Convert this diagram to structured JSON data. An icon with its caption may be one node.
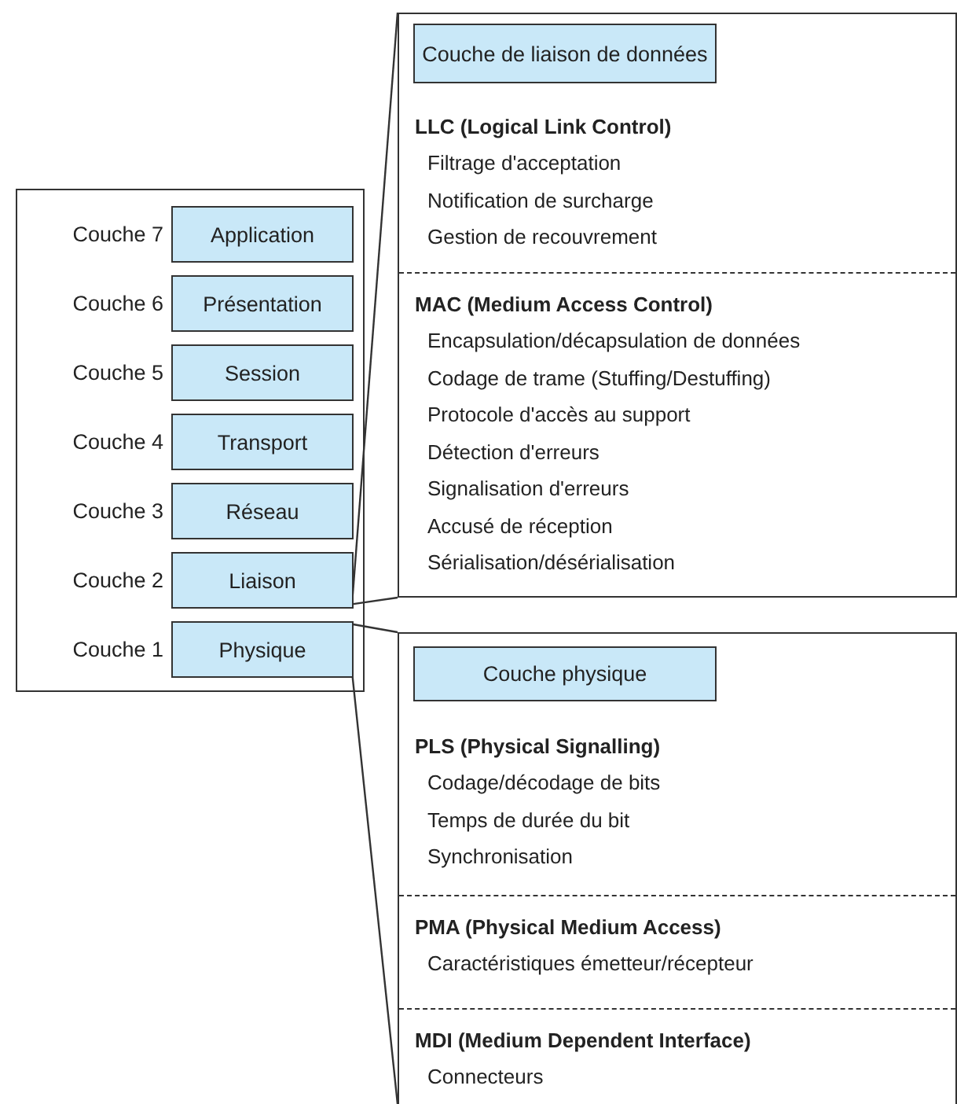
{
  "diagram": {
    "nodes": [
      {
        "text": [],
        "shape": "box"
      },
      {
        "text": [
          "Application"
        ],
        "in": 0,
        "beside": [
          "Couche 7"
        ]
      },
      {
        "text": [
          "Présentation"
        ],
        "in": 0,
        "beside": [
          "Couche 6"
        ]
      },
      {
        "text": [
          "Session"
        ],
        "in": 0,
        "beside": [
          "Couche 5"
        ]
      },
      {
        "text": [
          "Transport"
        ],
        "in": 0,
        "beside": [
          "Couche 4"
        ]
      },
      {
        "text": [
          "Réseau"
        ],
        "in": 0,
        "beside": [
          "Couche 3"
        ]
      },
      {
        "text": [
          "Liaison"
        ],
        "in": 0,
        "beside": [
          "Couche 2"
        ]
      },
      {
        "text": [
          "Physique"
        ],
        "in": 0,
        "beside": [
          "Couche 1"
        ]
      },
      {
        "text": [],
        "shape": "box"
      },
      {
        "text": [
          "Couche de liaison de données"
        ],
        "in": 8
      },
      {
        "text": [
          "LLC (Logical Link Control)",
          "Filtrage d'acceptation",
          "Notification de surcharge",
          "Gestion de recouvrement"
        ],
        "in": 8
      },
      {
        "text": [
          "MAC (Medium Access Control)",
          "Encapsulation/décapsulation de données",
          "Codage de trame (Stuffing/Destuffing)",
          "Protocole d'accès au support",
          "Détection d'erreurs",
          "Signalisation d'erreurs",
          "Accusé de réception",
          "Sérialisation/désérialisation"
        ],
        "in": 8
      },
      {
        "text": [],
        "shape": "box"
      },
      {
        "text": [
          "Couche physique"
        ],
        "in": 12
      },
      {
        "text": [
          "PLS (Physical Signalling)",
          "Codage/décodage de bits",
          "Temps de durée du bit",
          "Synchronisation"
        ],
        "in": 12
      },
      {
        "text": [
          "PMA (Physical Medium Access)",
          "Caractéristiques émetteur/récepteur"
        ],
        "in": 12
      },
      {
        "text": [
          "MDI (Medium Dependent Interface)",
          "Connecteurs"
        ],
        "in": 12
      }
    ],
    "edges": [
      {
        "from": 6,
        "to": 8,
        "arrow": "none"
      },
      {
        "from": 6,
        "to": 8,
        "arrow": "none"
      },
      {
        "from": 7,
        "to": 12,
        "arrow": "none"
      },
      {
        "from": 7,
        "to": 12,
        "arrow": "none"
      }
    ]
  }
}
